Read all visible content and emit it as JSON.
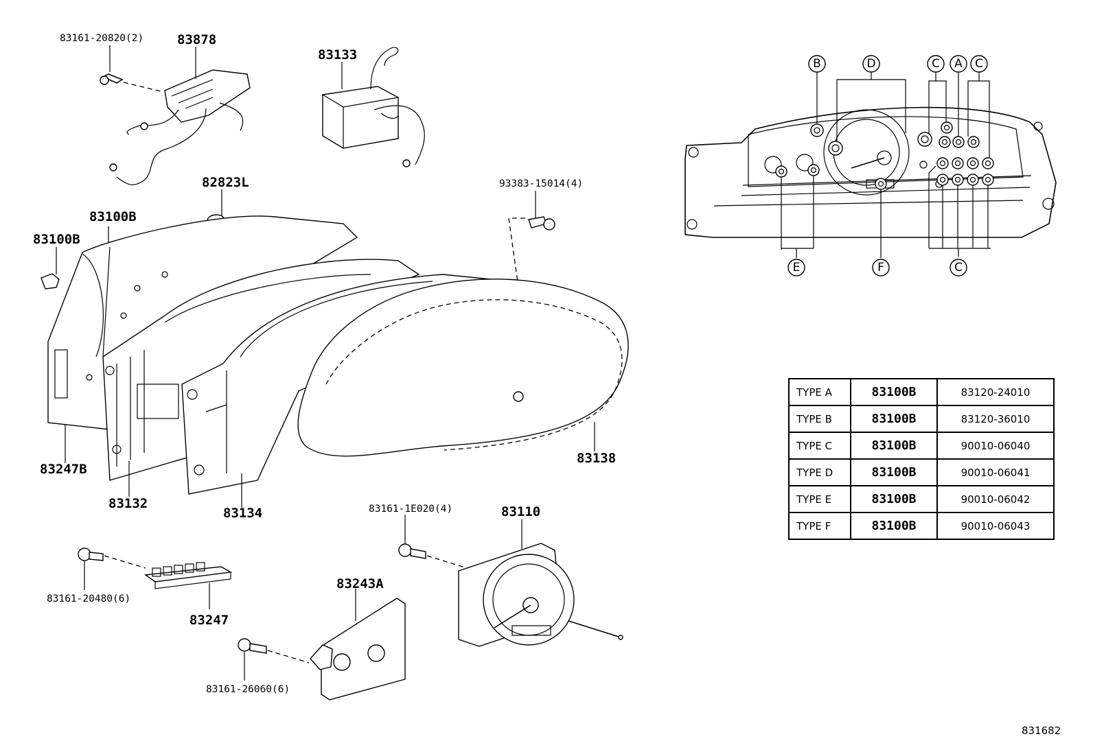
{
  "labels": {
    "p83161_20820": "83161-20820(2)",
    "p83878": "83878",
    "p83133": "83133",
    "p82823L": "82823L",
    "p93383_15014": "93383-15014(4)",
    "p83100B_a": "83100B",
    "p83100B_b": "83100B",
    "p83247B": "83247B",
    "p83132": "83132",
    "p83134": "83134",
    "p83138": "83138",
    "p83161_1E020": "83161-1E020(4)",
    "p83110": "83110",
    "p83161_20480": "83161-20480(6)",
    "p83247": "83247",
    "p83243A": "83243A",
    "p83161_26060": "83161-26060(6)"
  },
  "callouts": {
    "A": "A",
    "B": "B",
    "C1": "C",
    "C2": "C",
    "C3": "C",
    "D": "D",
    "E": "E",
    "F": "F"
  },
  "type_table": [
    {
      "type": "TYPE A",
      "part": "83100B",
      "number": "83120-24010"
    },
    {
      "type": "TYPE B",
      "part": "83100B",
      "number": "83120-36010"
    },
    {
      "type": "TYPE C",
      "part": "83100B",
      "number": "90010-06040"
    },
    {
      "type": "TYPE D",
      "part": "83100B",
      "number": "90010-06041"
    },
    {
      "type": "TYPE E",
      "part": "83100B",
      "number": "90010-06042"
    },
    {
      "type": "TYPE F",
      "part": "83100B",
      "number": "90010-06043"
    }
  ],
  "diagram_id": "831682"
}
